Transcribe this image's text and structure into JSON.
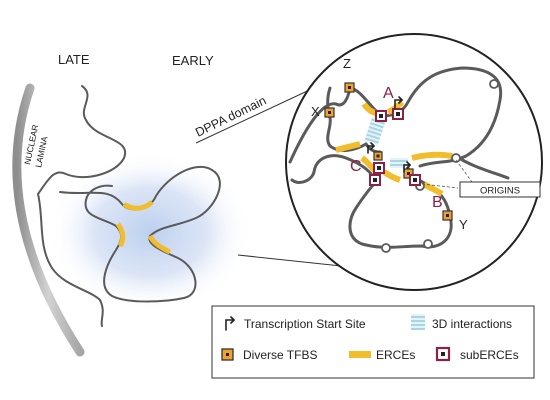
{
  "labels": {
    "late": "LATE",
    "early": "EARLY",
    "nuclear": "NUCLEAR",
    "lamina": "LAMINA",
    "dppa_domain": "DPPA domain",
    "origins": "ORIGINS",
    "loop_a": "A",
    "loop_b": "B",
    "loop_c": "C",
    "anchor_x": "X",
    "anchor_y": "Y",
    "anchor_z": "Z"
  },
  "legend": {
    "tss": "Transcription Start Site",
    "interactions": "3D interactions",
    "tfbs": "Diverse TFBS",
    "ercs": "ERCEs",
    "subercs": "subERCEs"
  },
  "icons": [
    "tss-arrow-icon",
    "interaction-stripes-icon",
    "tfbs-square-icon",
    "erce-bar-icon",
    "suberce-square-icon"
  ],
  "colors": {
    "chromatin": "#5a5a5a",
    "erce": "#f2bd2c",
    "tfbs_fill": "#f2a02e",
    "suberce": "#8c2148",
    "loop_label": "#8c2148",
    "interaction": "#a8d5e3",
    "domain_glow": "#c5d6f0",
    "lamina": "#a9a9a9"
  }
}
